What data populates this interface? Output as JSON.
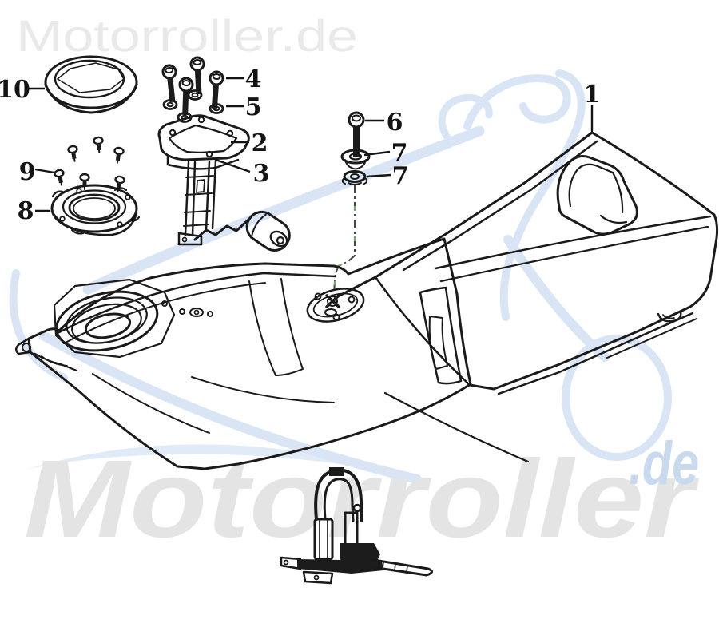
{
  "watermarks": {
    "header_text": "Motorroller.de",
    "big_text": "Motorroller",
    "suffix_text": ".de",
    "gray_color": "#e4e4e4",
    "blue_text_color": "#c9d9ee",
    "scooter_sketch_color": "#d9e5f4"
  },
  "diagram": {
    "line_color": "#1a1a1a",
    "description_texts": [],
    "callouts": [
      {
        "label": "1"
      },
      {
        "label": "2"
      },
      {
        "label": "3"
      },
      {
        "label": "4"
      },
      {
        "label": "5"
      },
      {
        "label": "6"
      },
      {
        "label": "7"
      },
      {
        "label": "7"
      },
      {
        "label": "8"
      },
      {
        "label": "9"
      },
      {
        "label": "10"
      }
    ]
  }
}
